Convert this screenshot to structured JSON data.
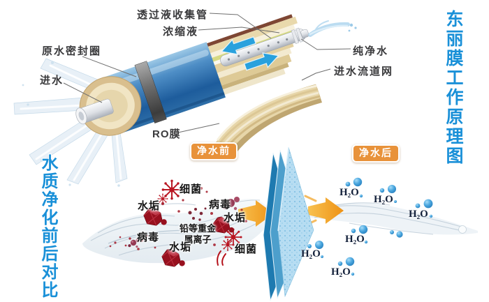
{
  "titles": {
    "right_vertical": "东丽膜工作原理图",
    "left_vertical": "水质净化前后对比"
  },
  "membrane_diagram": {
    "labels": {
      "permeate_collect_tube": "透过液收集管",
      "concentrate": "浓缩液",
      "raw_water_seal_ring": "原水密封圈",
      "water_inlet": "进水",
      "pure_water": "纯净水",
      "feed_channel_mesh": "进水流道网",
      "ro_membrane": "RO膜"
    }
  },
  "comparison": {
    "before_badge": "净水前",
    "after_badge": "净水后",
    "contaminants": {
      "bacteria_1": "细菌",
      "scale_1": "水垢",
      "virus_1": "病毒",
      "scale_2": "水垢",
      "heavy_metal_ions": "铅等重金属离子",
      "virus_2": "病毒",
      "scale_3": "水垢",
      "bacteria_2": "细菌"
    },
    "molecule_label": "H₂O"
  },
  "colors": {
    "title_blue": "#1990d8",
    "badge_orange": "#e8923a",
    "housing_blue": "#2f6fa8",
    "membrane_sheet_blue": "#b7ddf2",
    "arrow_orange": "#f0a22c",
    "contaminant_red": "#a31826",
    "water_dot_blue": "#2b8fd2"
  }
}
